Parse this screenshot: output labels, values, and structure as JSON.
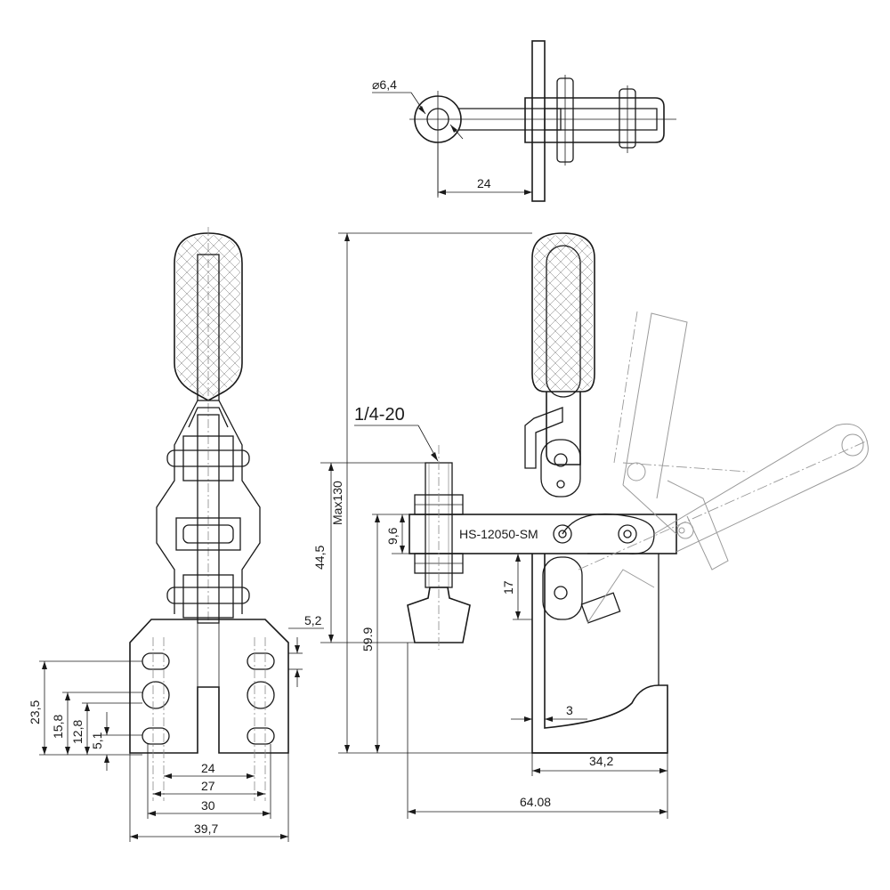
{
  "drawing": {
    "model_label": "HS-12050-SM",
    "thread_label": "1/4-20",
    "dimensions": {
      "hole_dia": "⌀6,4",
      "top_24": "24",
      "max130": "Max130",
      "d44_5": "44,5",
      "d9_6": "9,6",
      "d59_9": "59.9",
      "d17": "17",
      "d5_2": "5,2",
      "d3": "3",
      "d34_2": "34,2",
      "d64_08": "64.08",
      "d23_5": "23,5",
      "d15_8": "15,8",
      "d12_8": "12,8",
      "d5_1": "5,1",
      "base_24": "24",
      "base_27": "27",
      "base_30": "30",
      "base_39_7": "39,7"
    }
  }
}
